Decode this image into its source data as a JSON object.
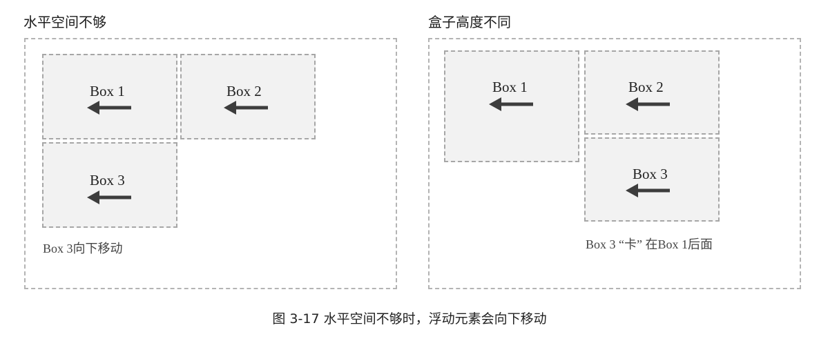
{
  "panels": [
    {
      "title": "水平空间不够",
      "boxes": [
        "Box 1",
        "Box 2",
        "Box 3"
      ],
      "note": "Box 3向下移动"
    },
    {
      "title": "盒子高度不同",
      "boxes": [
        "Box 1",
        "Box 2",
        "Box 3"
      ],
      "note": "Box 3 “卡” 在Box 1后面"
    }
  ],
  "caption": "图 3-17   水平空间不够时，浮动元素会向下移动",
  "arrow_direction": "left",
  "colors": {
    "arrow": "#3d3d3d",
    "box_fill": "#f2f2f2",
    "dash": "#a6a6a6"
  }
}
